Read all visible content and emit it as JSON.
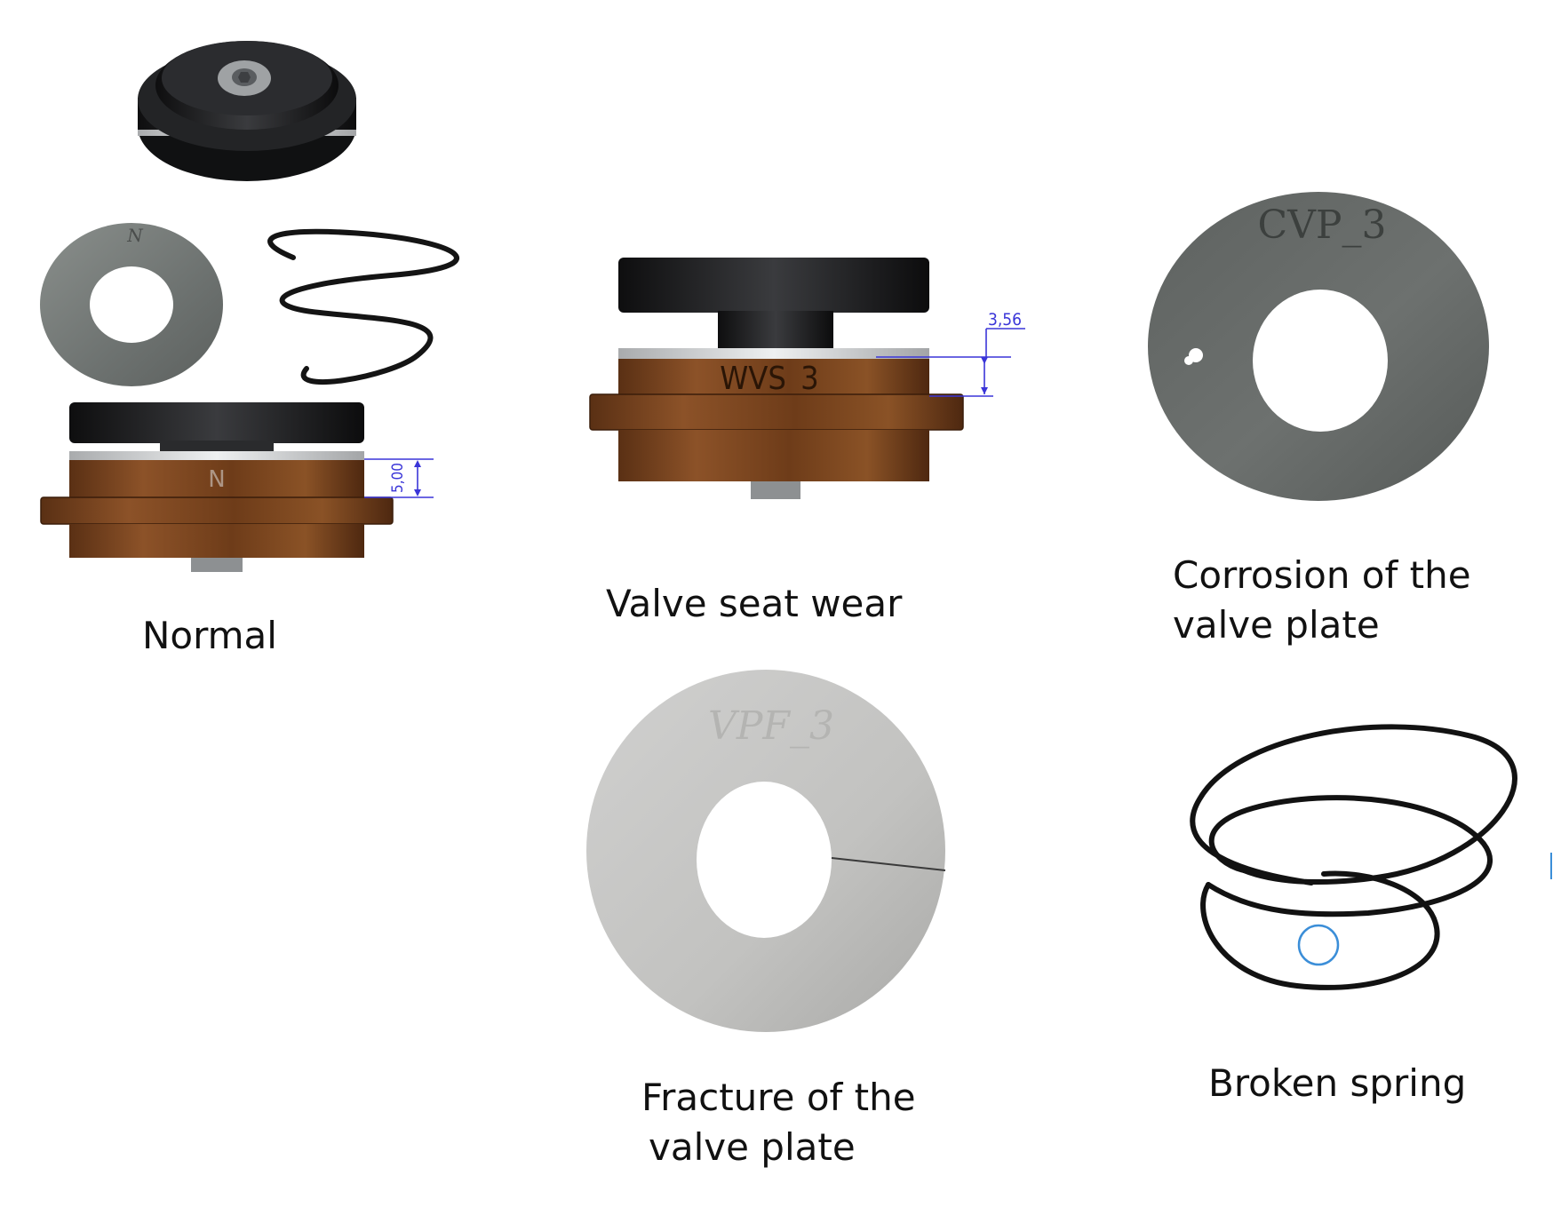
{
  "colors": {
    "black_part": "#1e1f21",
    "silver_ring": "#d7d9db",
    "bronze_body": "#7a4520",
    "plate_dark": "#6a6e6c",
    "plate_light": "#c7c7c5",
    "dimension": "#3a35d8",
    "marker_circle": "#3b8ed8"
  },
  "panels": {
    "normal": {
      "caption_line1": "Normal",
      "plate_mark": "N",
      "body_mark": "N",
      "dimension": "5,00"
    },
    "valve_seat_wear": {
      "caption_line1": "Valve seat wear",
      "body_mark": "WVS_3",
      "dimension": "3,56"
    },
    "corrosion": {
      "caption_line1": "Corrosion of the",
      "caption_line2": "valve plate",
      "plate_mark": "CVP_3"
    },
    "fracture": {
      "caption_line1": "Fracture of the",
      "caption_line2": "valve plate",
      "plate_mark": "VPF_3"
    },
    "broken_spring": {
      "caption_line1": "Broken spring"
    }
  }
}
